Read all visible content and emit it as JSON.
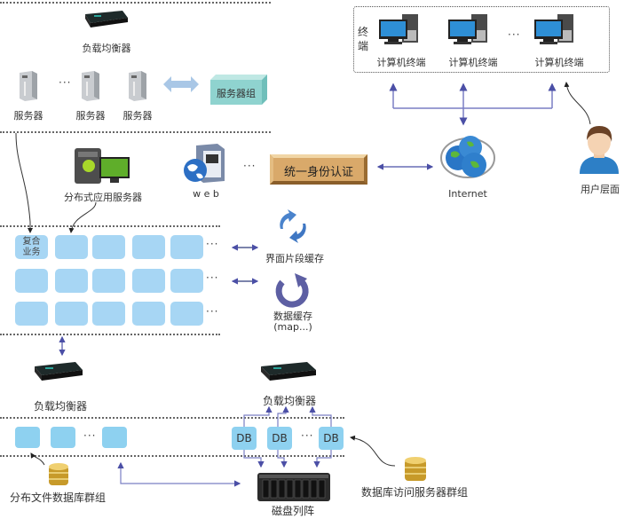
{
  "top_layer": {
    "load_balancer_label": "负载均衡器",
    "server_labels": [
      "服务器",
      "服务器",
      "服务器"
    ],
    "server_group_label": "服务器组",
    "ellipsis": "···"
  },
  "terminals": {
    "group_label": "终端",
    "computer_labels": [
      "计算机终端",
      "计算机终端",
      "计算机终端"
    ],
    "ellipsis": "···"
  },
  "app_layer": {
    "app_server_label": "分布式应用服务器",
    "web_label": "w e b",
    "ellipsis": "···",
    "auth_label": "统一身份认证",
    "internet_label": "Internet",
    "user_label": "用户层面"
  },
  "business_layer": {
    "composite_label": "复合业务",
    "row_ellipsis": "···",
    "ui_cache_label": "界面片段缓存",
    "data_cache_label": "数据缓存",
    "data_cache_sub": "(map...)"
  },
  "lower_layer": {
    "left_balancer_label": "负载均衡器",
    "right_balancer_label": "负载均衡器",
    "db_labels": [
      "DB",
      "DB",
      "DB"
    ],
    "ellipsis": "···",
    "file_db_label": "分布文件数据库群组",
    "disk_array_label": "磁盘列阵",
    "db_access_label": "数据库访问服务器群组"
  },
  "colors": {
    "tile": "#a7d6f4",
    "db_tile": "#8ed1f0",
    "server_group": "#8fd3cf",
    "auth_box": "#d9a96a",
    "arrow": "#4b4fa6"
  }
}
